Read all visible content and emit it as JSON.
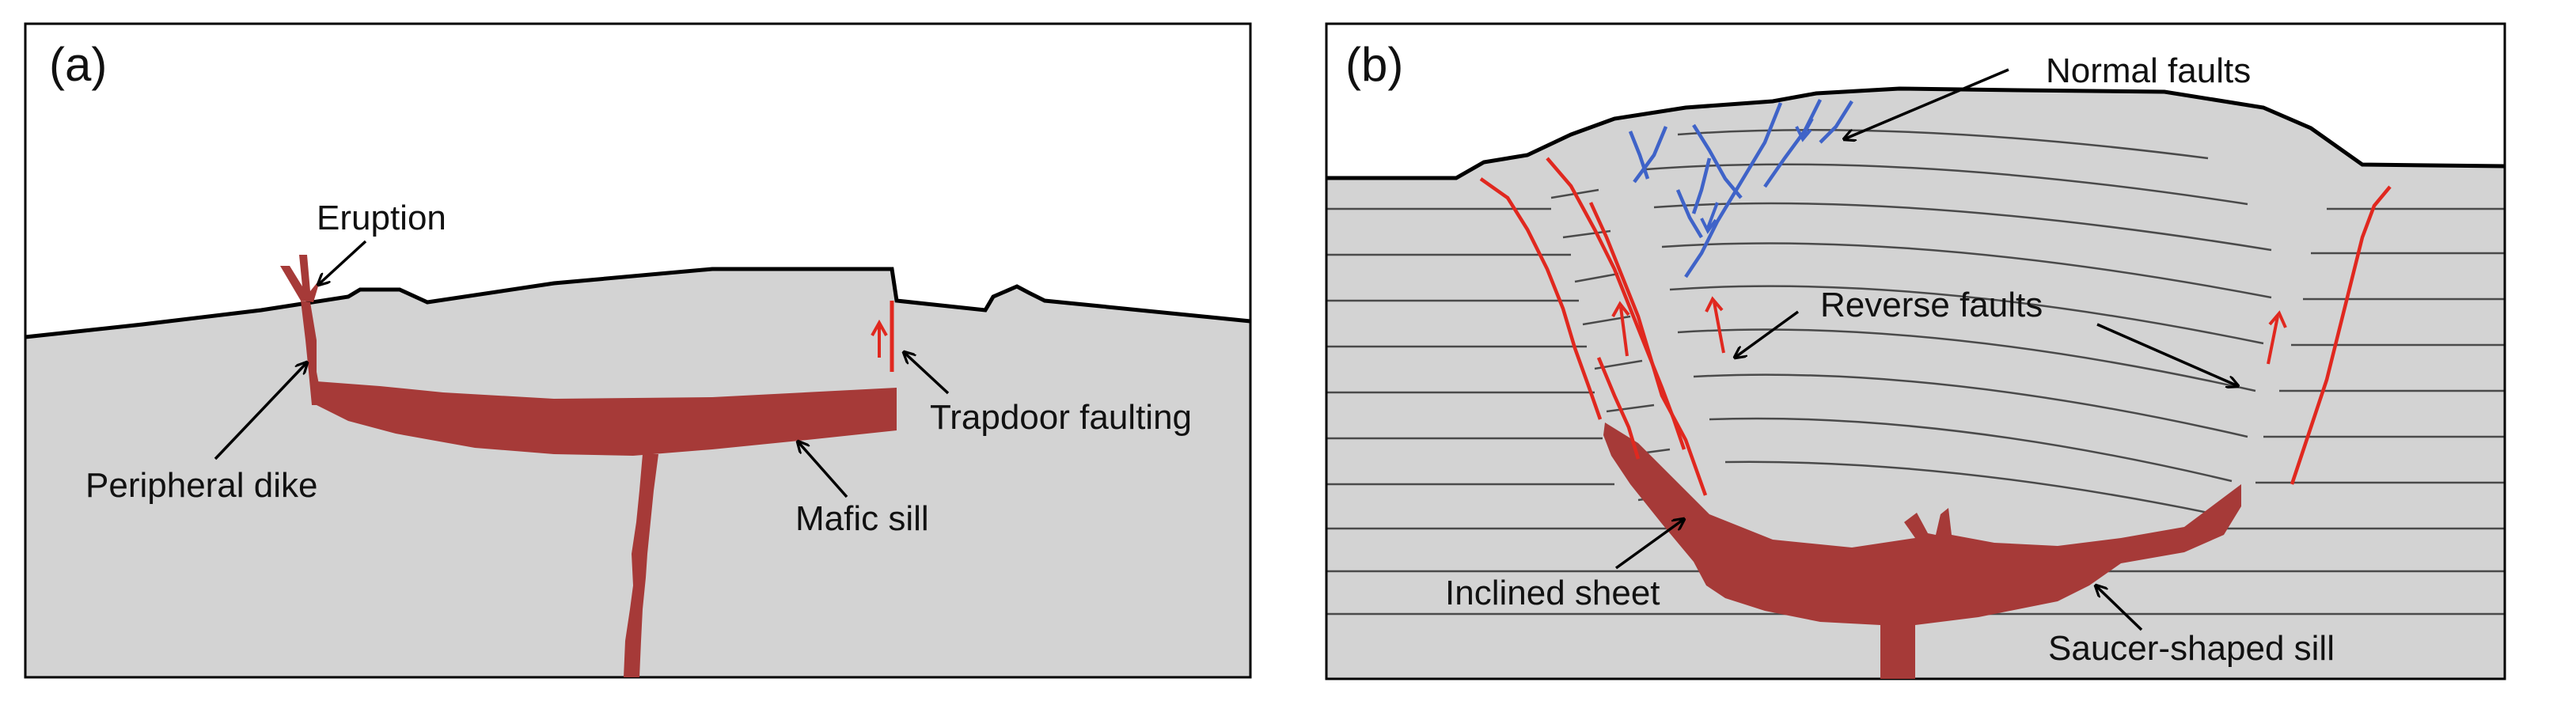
{
  "panels": {
    "a": {
      "label": "(a)",
      "annotations": {
        "eruption": "Eruption",
        "peripheral_dike": "Peripheral dike",
        "trapdoor_faulting": "Trapdoor faulting",
        "mafic_sill": "Mafic sill"
      }
    },
    "b": {
      "label": "(b)",
      "annotations": {
        "normal_faults": "Normal faults",
        "reverse_faults": "Reverse faults",
        "inclined_sheet": "Inclined sheet",
        "saucer_shaped_sill": "Saucer-shaped sill"
      }
    }
  },
  "colors": {
    "rock": "#d3d3d3",
    "outline": "#000000",
    "magma": "#a63a38",
    "fault_red": "#e0281f",
    "fault_blue": "#3f63c8",
    "strata_line": "#4a4a4a"
  }
}
